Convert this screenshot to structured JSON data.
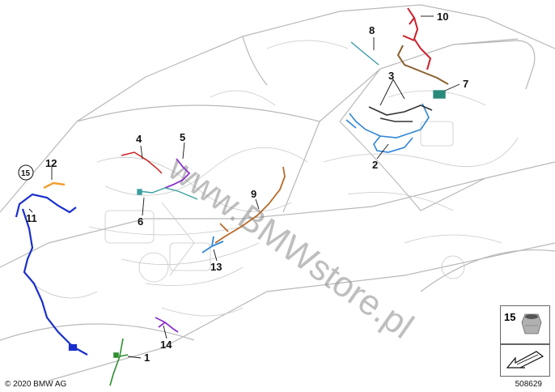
{
  "callouts": {
    "c1": "1",
    "c2": "2",
    "c3": "3",
    "c4": "4",
    "c5": "5",
    "c6": "6",
    "c7": "7",
    "c8": "8",
    "c9": "9",
    "c10": "10",
    "c11": "11",
    "c12": "12",
    "c13": "13",
    "c14": "14",
    "c15": "15"
  },
  "legend": {
    "part_number": "15"
  },
  "watermark": "www.BMWstore.pl",
  "footer": {
    "copyright": "© 2020 BMW AG",
    "reference": "508629"
  },
  "colors": {
    "outline": "#b8b8b8",
    "harness_1": "#2f8f2f",
    "harness_2": "#2f86d6",
    "harness_3": "#333333",
    "harness_4": "#cc2222",
    "harness_5": "#8a33cc",
    "harness_6": "#3aa0a0",
    "harness_7": "#2a8a7a",
    "harness_8": "#3a9aa8",
    "harness_9": "#b86a2a",
    "harness_10": "#cc1e2a",
    "harness_11": "#1a2fcc",
    "harness_12": "#f0a030",
    "harness_13": "#2f86d6",
    "harness_14": "#8a33cc"
  }
}
